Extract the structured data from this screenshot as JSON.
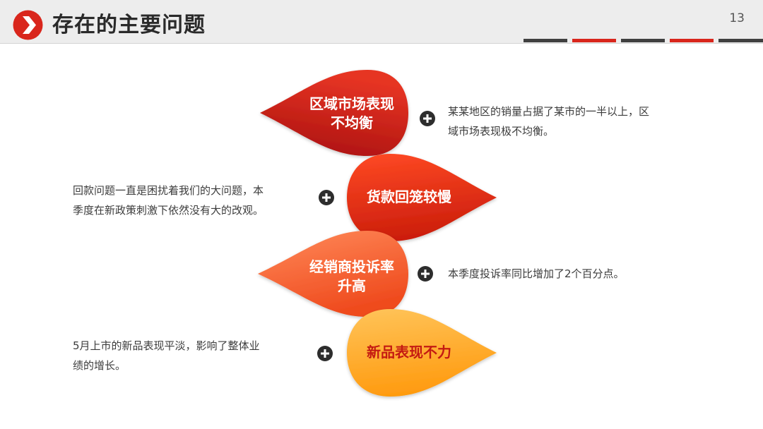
{
  "header": {
    "title": "存在的主要问题",
    "page_number": "13",
    "logo_icon": "chevron-right-icon",
    "accent_color": "#d9261c",
    "stripe_colors": [
      "#404040",
      "#d9261c",
      "#404040",
      "#d9261c",
      "#404040"
    ]
  },
  "issues": [
    {
      "title": "区域市场表现\n不均衡",
      "description": "某某地区的销量占据了某市的一半以上，区\n域市场表现极不均衡。",
      "pointing": "left",
      "colors": [
        "#a60f0d",
        "#e63424"
      ]
    },
    {
      "title": "货款回笼较慢",
      "description": "回款问题一直是困扰着我们的大问题，本\n季度在新政策刺激下依然没有大的改观。",
      "pointing": "right",
      "colors": [
        "#ff4a24",
        "#cc1e0c"
      ]
    },
    {
      "title": "经销商投诉率\n升高",
      "description": "本季度投诉率同比增加了2个百分点。",
      "pointing": "left",
      "colors": [
        "#ff8a5a",
        "#ef4b1e"
      ]
    },
    {
      "title": "新品表现不力",
      "description": "5月上市的新品表现平淡，影响了整体业\n绩的增长。",
      "pointing": "right",
      "colors": [
        "#ffc45a",
        "#ff9b10"
      ]
    }
  ]
}
